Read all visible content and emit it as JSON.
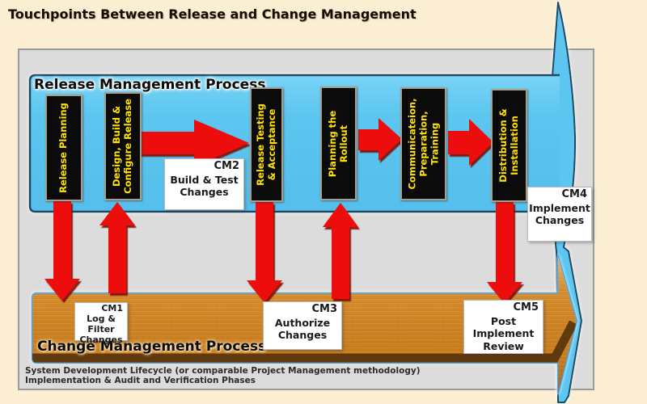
{
  "title": "Touchpoints Between Release and Change Management",
  "release": {
    "header": "Release Management Process",
    "stages": [
      {
        "label": "Release Planning"
      },
      {
        "label": "Design, Build &\nConfigure Release"
      },
      {
        "label": "Release Testing\n& Acceptance"
      },
      {
        "label": "Planning the\nRollout"
      },
      {
        "label": "Communicateion,\nPreparation,\nTraining"
      },
      {
        "label": "Distribution &\nInstallation"
      }
    ]
  },
  "change": {
    "header": "Change Management Process"
  },
  "touchpoints": [
    {
      "id": "CM1",
      "label": "Log & Filter\nChanges"
    },
    {
      "id": "CM2",
      "label": "Build & Test\nChanges"
    },
    {
      "id": "CM3",
      "label": "Authorize\nChanges"
    },
    {
      "id": "CM4",
      "label": "Implement\nChanges"
    },
    {
      "id": "CM5",
      "label": "Post\nImplement\nReview"
    }
  ],
  "footer": {
    "line1": "System Development Lifecycle (or comparable Project Management methodology)",
    "line2": "Implementation & Audit and Verification Phases"
  },
  "colors": {
    "background": "#FBEED3",
    "panel": "#DCDCDC",
    "release_band": "#5CC6F0",
    "band_border": "#1E4A63",
    "change_band": "#D0831F",
    "change_border": "#4FA6E4",
    "stage_box": "#0B0B0B",
    "stage_text": "#FFE103",
    "arrow_red": "#EE1111",
    "arrow_red_shadow": "#7A1006"
  }
}
